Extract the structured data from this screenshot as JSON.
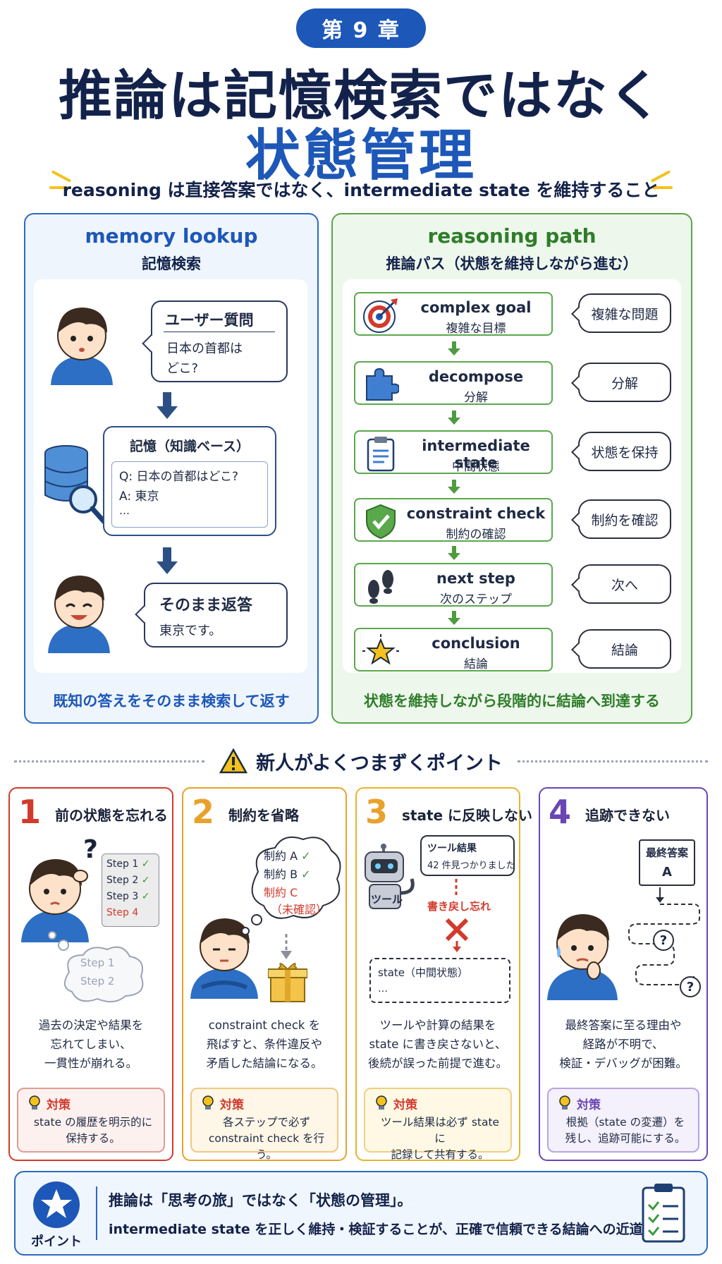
{
  "header": {
    "chapter": "第 9 章",
    "title_line1": "推論は記憶検索ではなく",
    "title_line2": "状態管理",
    "subtitle": "reasoning は直接答案ではなく、intermediate state を維持すること"
  },
  "memory_panel": {
    "title_en": "memory lookup",
    "title_jp": "記憶検索",
    "question_title": "ユーザー質問",
    "question_line1": "日本の首都は",
    "question_line2": "どこ?",
    "memory_title": "記憶（知識ベース）",
    "memory_q": "Q: 日本の首都はどこ?",
    "memory_a": "A: 東京",
    "memory_more": "…",
    "answer_title": "そのまま返答",
    "answer_text": "東京です。",
    "footer": "既知の答えをそのまま検索して返す"
  },
  "reasoning_panel": {
    "title_en": "reasoning path",
    "title_jp": "推論パス（状態を維持しながら進む）",
    "steps": [
      {
        "en": "complex goal",
        "jp": "複雑な目標",
        "side": "複雑な問題",
        "icon": "target-icon"
      },
      {
        "en": "decompose",
        "jp": "分解",
        "side": "分解",
        "icon": "puzzle-icon"
      },
      {
        "en": "intermediate state",
        "jp": "中間状態",
        "side": "状態を保持",
        "icon": "clipboard-icon"
      },
      {
        "en": "constraint check",
        "jp": "制約の確認",
        "side": "制約を確認",
        "icon": "shield-check-icon"
      },
      {
        "en": "next step",
        "jp": "次のステップ",
        "side": "次へ",
        "icon": "footprints-icon"
      },
      {
        "en": "conclusion",
        "jp": "結論",
        "side": "結論",
        "icon": "star-icon"
      }
    ],
    "footer": "状態を維持しながら段階的に結論へ到達する"
  },
  "pitfalls": {
    "heading": "新人がよくつまずくポイント",
    "fix_label": "対策",
    "cards": [
      {
        "num": "1",
        "title": "前の状態を忘れる",
        "desc": [
          "過去の決定や結果を",
          "忘れてしまい、",
          "一貫性が崩れる。"
        ],
        "fix": [
          "state の履歴を明示的に",
          "保持する。"
        ],
        "steps": [
          "Step 1",
          "Step 2",
          "Step 3",
          "Step 4"
        ],
        "cloud": [
          "Step 1",
          "Step 2"
        ],
        "question_mark": "?"
      },
      {
        "num": "2",
        "title": "制約を省略",
        "desc": [
          "constraint check を",
          "飛ばすと、条件違反や",
          "矛盾した結論になる。"
        ],
        "fix": [
          "各ステップで必ず",
          "constraint check を行う。"
        ],
        "constraints": [
          "制約 A",
          "制約 B",
          "制約 C"
        ],
        "unconfirmed": "（未確認）"
      },
      {
        "num": "3",
        "title": "state に反映しない",
        "desc": [
          "ツールや計算の結果を",
          "state に書き戻さないと、",
          "後続が誤った前提で進む。"
        ],
        "fix": [
          "ツール結果は必ず state に",
          "記録して共有する。"
        ],
        "tool_result_title": "ツール結果",
        "tool_result_text": "42 件見つかりました",
        "tool_label": "ツール",
        "forgot_writeback": "書き戻し忘れ",
        "state_title": "state（中間状態）",
        "state_more": "…"
      },
      {
        "num": "4",
        "title": "追跡できない",
        "desc": [
          "最終答案に至る理由や",
          "経路が不明で、",
          "検証・デバッグが困難。"
        ],
        "fix": [
          "根拠（state の変遷）を",
          "残し、追跡可能にする。"
        ],
        "final_title": "最終答案",
        "final_value": "A",
        "qmark": "?"
      }
    ]
  },
  "footer": {
    "badge_label": "ポイント",
    "line1": "推論は「思考の旅」ではなく「状態の管理」。",
    "line2": "intermediate state を正しく維持・検証することが、正確で信頼できる結論への近道！"
  },
  "colors": {
    "primary": "#1d57b8",
    "navy": "#13224a",
    "green": "#55a548",
    "card1": "#d23a2c",
    "card2": "#e8a22b",
    "card3": "#e8b52b",
    "card4": "#6a46b3"
  }
}
